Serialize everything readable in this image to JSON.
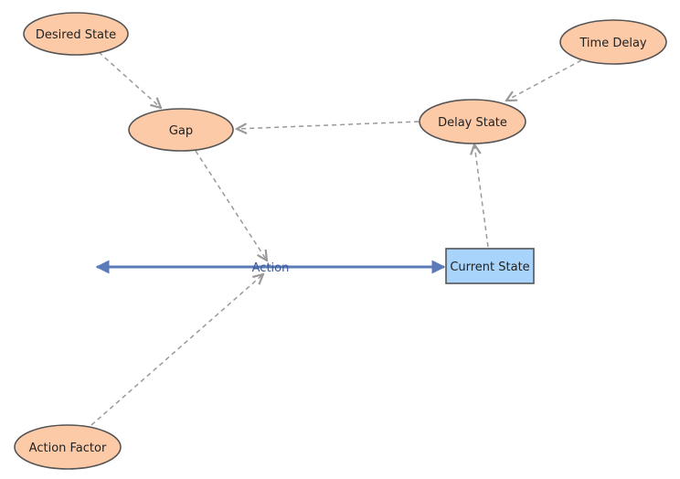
{
  "diagram": {
    "nodes": {
      "desired_state": "Desired State",
      "gap": "Gap",
      "delay_state": "Delay State",
      "time_delay": "Time Delay",
      "action_factor": "Action Factor",
      "current_state": "Current State"
    },
    "flow": {
      "label": "Action"
    },
    "colors": {
      "variable_fill": "#fdcaa8",
      "variable_stroke": "#555555",
      "stock_fill": "#a8d4fb",
      "stock_stroke": "#555555",
      "flow": "#5b7bb8",
      "link": "#999999"
    },
    "links": [
      {
        "from": "desired_state",
        "to": "gap"
      },
      {
        "from": "time_delay",
        "to": "delay_state"
      },
      {
        "from": "delay_state",
        "to": "gap"
      },
      {
        "from": "current_state",
        "to": "delay_state"
      },
      {
        "from": "gap",
        "to": "action"
      },
      {
        "from": "action_factor",
        "to": "action"
      }
    ]
  }
}
